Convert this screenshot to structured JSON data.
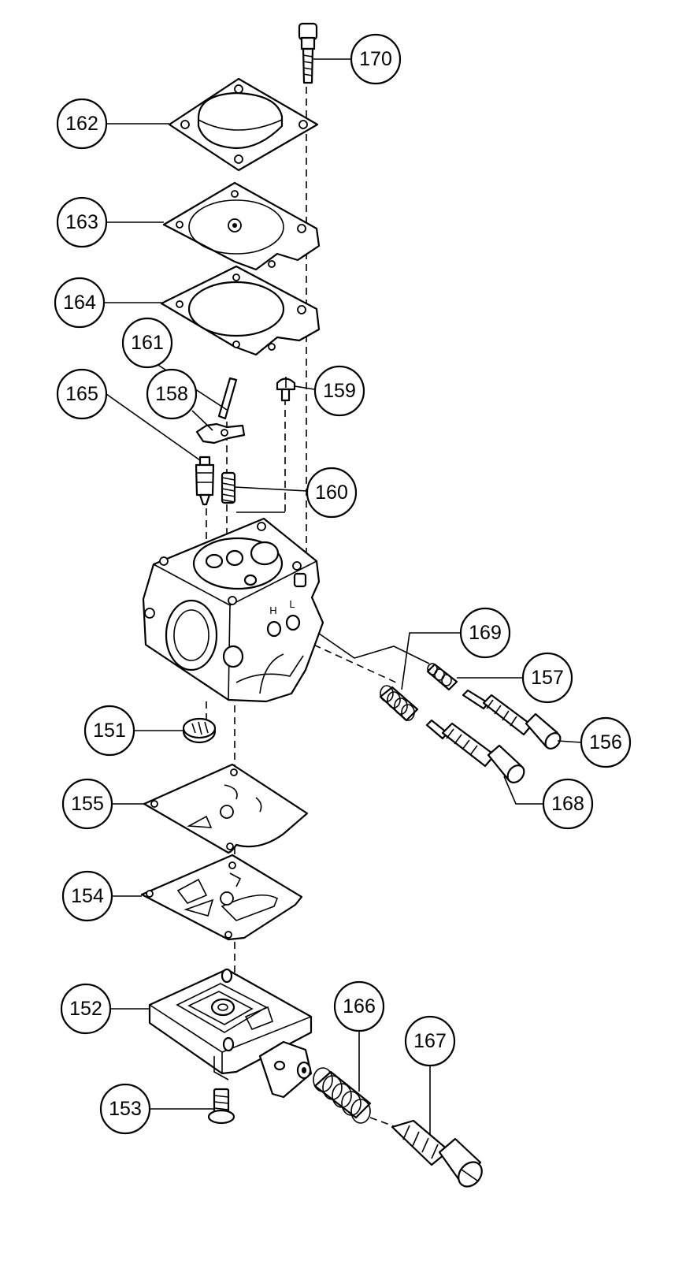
{
  "colors": {
    "line": "#000000",
    "background": "#ffffff"
  },
  "callouts": [
    {
      "id": "170",
      "label": "170"
    },
    {
      "id": "162",
      "label": "162"
    },
    {
      "id": "163",
      "label": "163"
    },
    {
      "id": "164",
      "label": "164"
    },
    {
      "id": "161",
      "label": "161"
    },
    {
      "id": "165",
      "label": "165"
    },
    {
      "id": "158",
      "label": "158"
    },
    {
      "id": "159",
      "label": "159"
    },
    {
      "id": "160",
      "label": "160"
    },
    {
      "id": "169",
      "label": "169"
    },
    {
      "id": "157",
      "label": "157"
    },
    {
      "id": "151",
      "label": "151"
    },
    {
      "id": "156",
      "label": "156"
    },
    {
      "id": "155",
      "label": "155"
    },
    {
      "id": "168",
      "label": "168"
    },
    {
      "id": "154",
      "label": "154"
    },
    {
      "id": "166",
      "label": "166"
    },
    {
      "id": "167",
      "label": "167"
    },
    {
      "id": "152",
      "label": "152"
    },
    {
      "id": "153",
      "label": "153"
    }
  ],
  "body_markings": {
    "high": "H",
    "low": "L"
  }
}
